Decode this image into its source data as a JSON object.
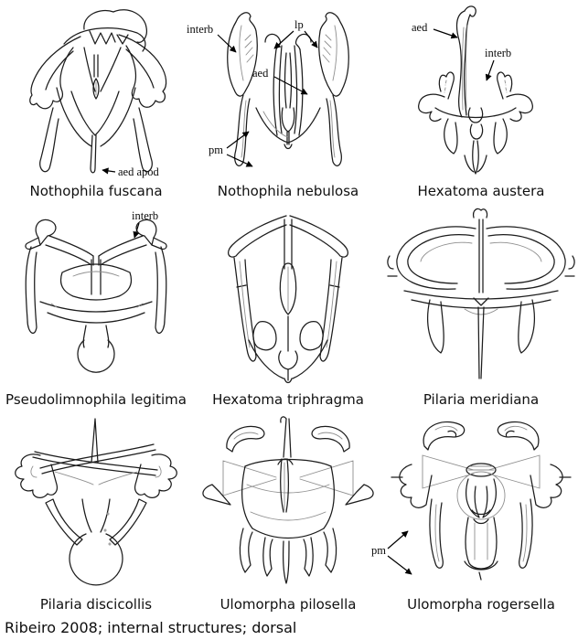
{
  "figure": {
    "source_caption": "Ribeiro 2008; internal structures; dorsal",
    "colors": {
      "ink": "#1c1c1c",
      "detail": "#8f8f8f",
      "background": "#ffffff"
    },
    "panels": [
      {
        "id": "nothophila-fuscana",
        "caption": "Nothophila fuscana",
        "labels": [
          {
            "text": "aed apod"
          }
        ]
      },
      {
        "id": "nothophila-nebulosa",
        "caption": "Nothophila nebulosa",
        "labels": [
          {
            "text": "interb"
          },
          {
            "text": "lp"
          },
          {
            "text": "aed"
          },
          {
            "text": "pm"
          }
        ]
      },
      {
        "id": "hexatoma-austera",
        "caption": "Hexatoma austera",
        "labels": [
          {
            "text": "aed"
          },
          {
            "text": "interb"
          }
        ]
      },
      {
        "id": "pseudolimnophila-legitima",
        "caption": "Pseudolimnophila legitima",
        "labels": [
          {
            "text": "interb"
          }
        ]
      },
      {
        "id": "hexatoma-triphragma",
        "caption": "Hexatoma triphragma",
        "labels": []
      },
      {
        "id": "pilaria-meridiana",
        "caption": "Pilaria meridiana",
        "labels": []
      },
      {
        "id": "pilaria-discicollis",
        "caption": "Pilaria discicollis",
        "labels": []
      },
      {
        "id": "ulomorpha-pilosella",
        "caption": "Ulomorpha pilosella",
        "labels": []
      },
      {
        "id": "ulomorpha-rogersella",
        "caption": "Ulomorpha rogersella",
        "labels": [
          {
            "text": "pm"
          }
        ]
      }
    ]
  }
}
